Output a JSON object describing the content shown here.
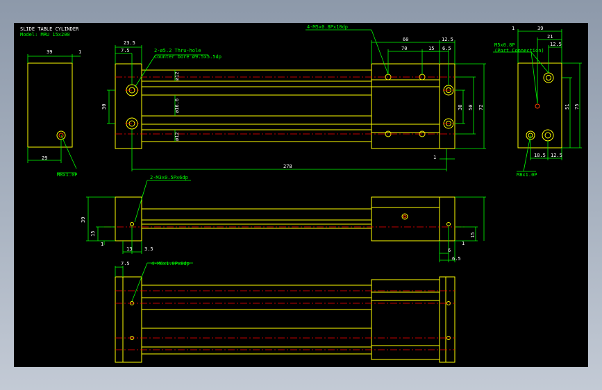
{
  "title": {
    "name": "SLIDE TABLE CYLINDER",
    "model": "Model: MRU 15x200"
  },
  "colors": {
    "background": "#000000",
    "outline": "#ffff00",
    "dimension": "#00ff00",
    "centerline": "#ff0000",
    "text": "#ffffff"
  },
  "callouts": {
    "thru_hole": "2-ø5.2 Thru-hole",
    "counter_bore": "Counter bore ø9.5x5.5dp",
    "top_tap": "4-M5x0.8Px10dp",
    "end_port": "M8x1.0P",
    "side_tap": "2-M3x0.5Px6dp",
    "bottom_tap": "4-M6x1.0Px8dp",
    "port_conn_1": "M5x0.8P",
    "port_conn_2": "(Port Connection)",
    "right_port": "M8x1.0P"
  },
  "dims": {
    "left_w": "39",
    "left_1": "1",
    "left_29": "29",
    "top_23_5": "23.5",
    "top_7_5": "7.5",
    "dia12a": "ø12",
    "dia16_6": "ø16.6",
    "dia12b": "ø12",
    "v30_left": "30",
    "d60": "60",
    "d12_5_top": "12.5",
    "d70": "70",
    "d15": "15",
    "d6_5_top": "6.5",
    "v30_right": "30",
    "v50": "50",
    "v72": "72",
    "total_278": "278",
    "d1_bottom": "1",
    "r_1": "1",
    "r_39": "39",
    "r_21": "21",
    "r_12_5": "12.5",
    "r_51": "51",
    "r_75": "75",
    "r_18_5": "18.5",
    "r_12_5b": "12.5",
    "s_39": "39",
    "s_15": "15",
    "s_1": "1",
    "s_13": "13",
    "s_3_5": "3.5",
    "s_15r": "15",
    "s_1r": "1",
    "s_6": "6",
    "s_6_5": "6.5",
    "b_7_5": "7.5"
  }
}
